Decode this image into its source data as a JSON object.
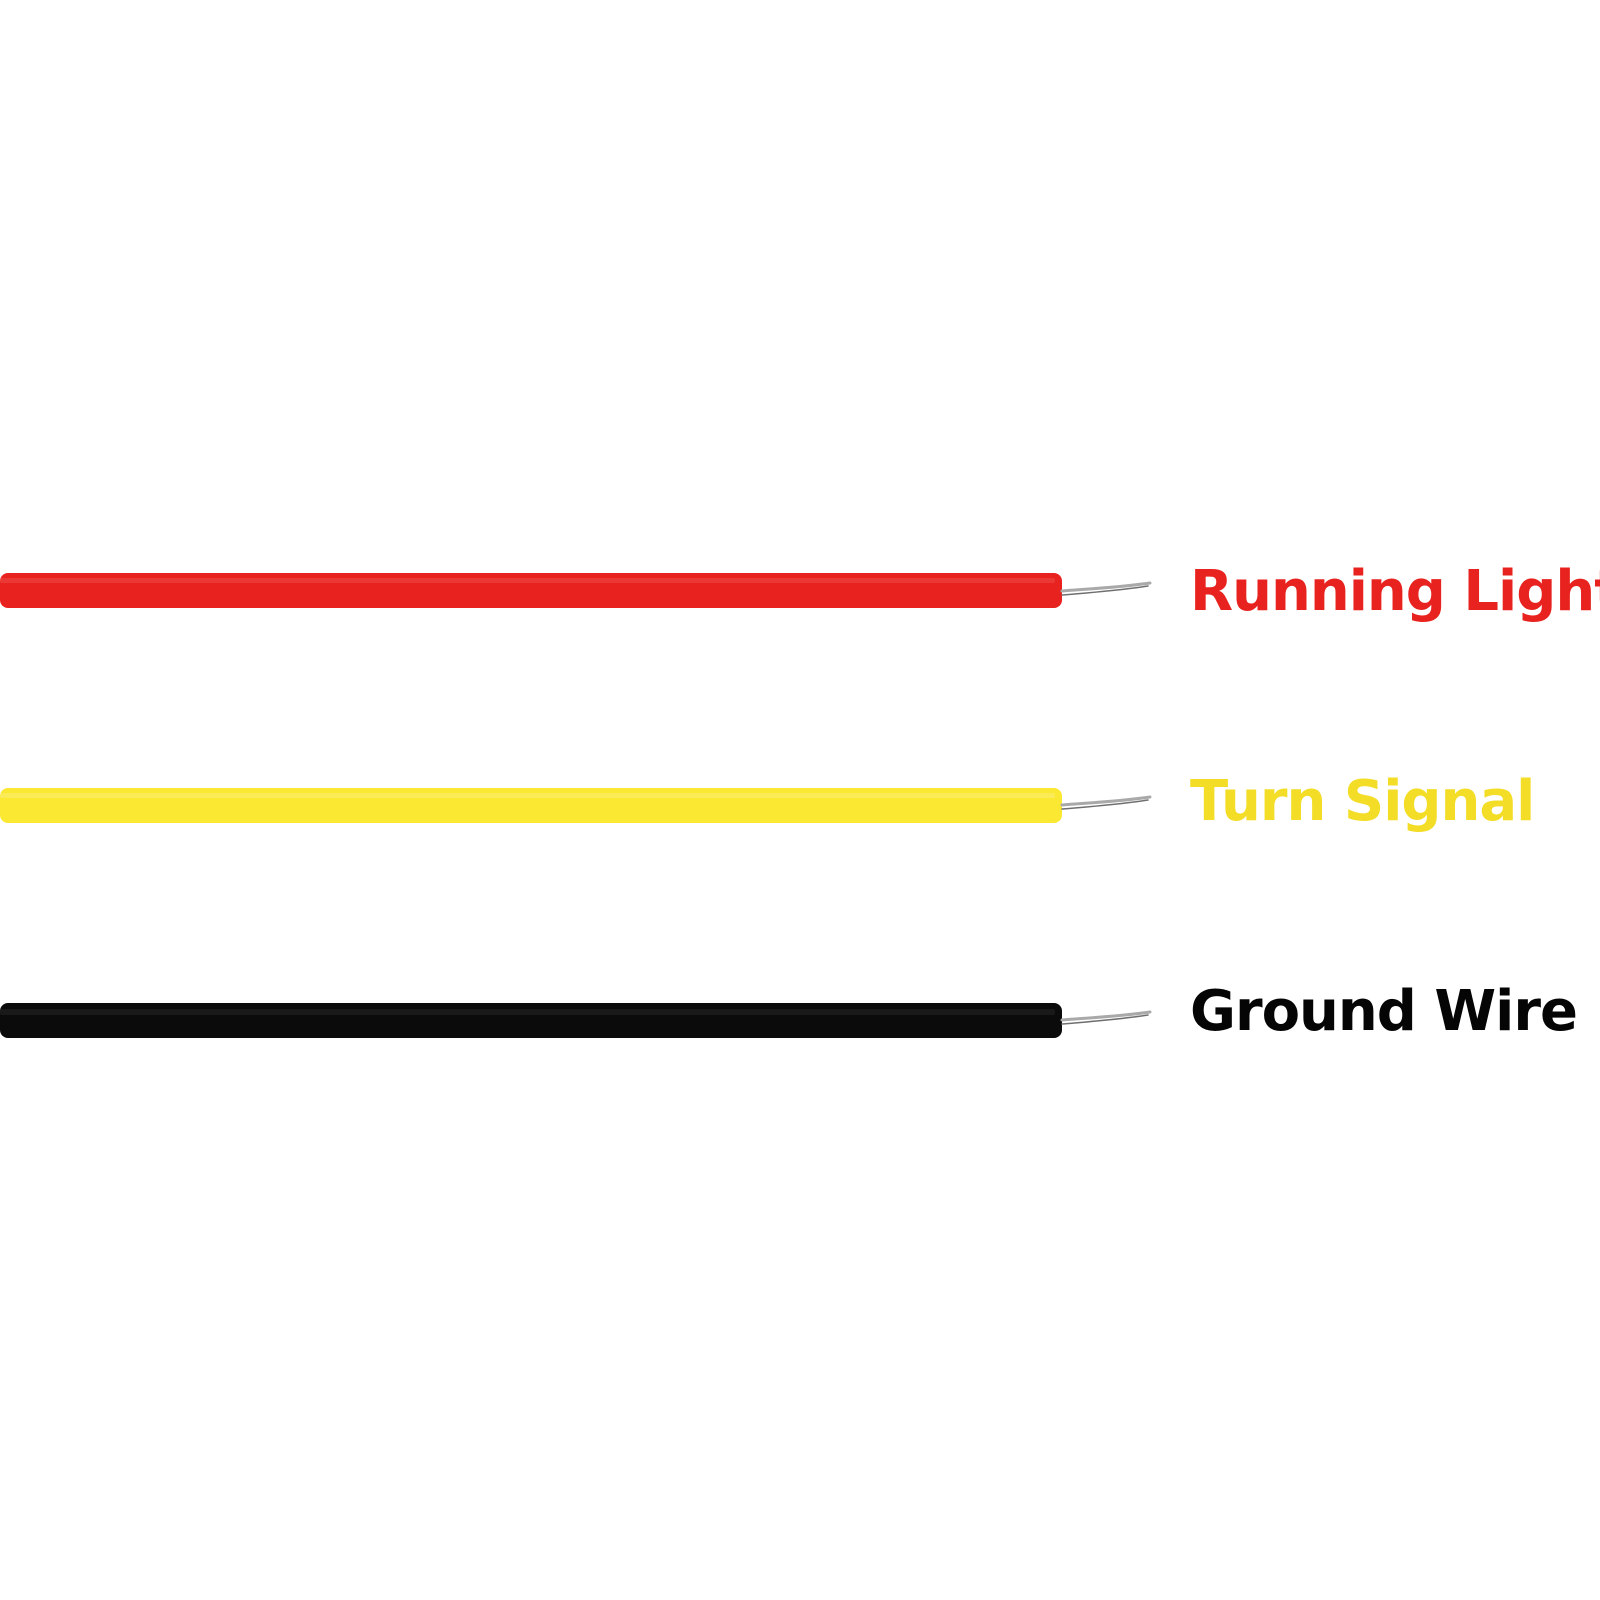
{
  "wires": [
    {
      "label": "Running Light",
      "color": "#e8231f",
      "label_color": "#e8231f"
    },
    {
      "label": "Turn Signal",
      "color": "#fbe833",
      "label_color": "#f3dd26"
    },
    {
      "label": "Ground Wire",
      "color": "#0b0b0b",
      "label_color": "#050505"
    }
  ],
  "conductor_color": "#a9a9a9",
  "background_color": "#ffffff"
}
